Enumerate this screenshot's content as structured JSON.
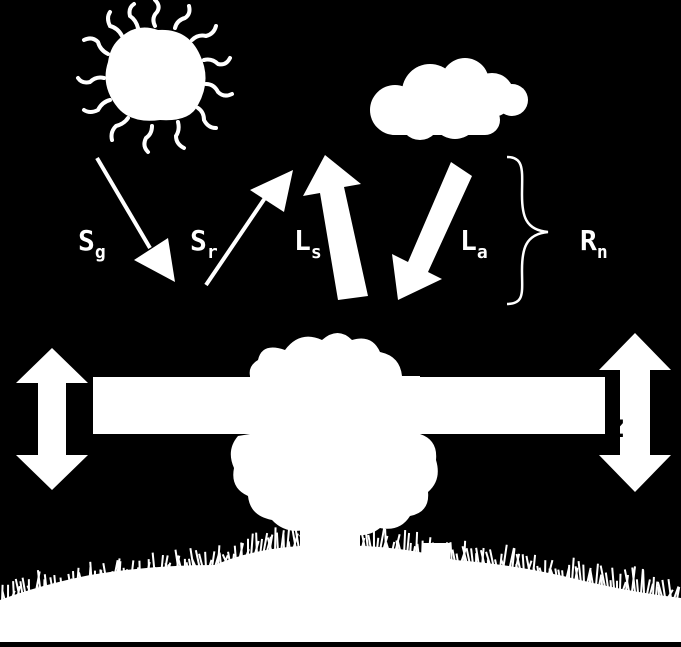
{
  "labels": {
    "sg": {
      "main": "S",
      "sub": "g"
    },
    "sr": {
      "main": "S",
      "sub": "r"
    },
    "ls": {
      "main": "L",
      "sub": "s"
    },
    "la": {
      "main": "L",
      "sub": "a"
    },
    "rn": {
      "main": "R",
      "sub": "n"
    },
    "z": "z"
  },
  "colors": {
    "background": "#000000",
    "foreground": "#ffffff"
  },
  "icons": [
    "sun-icon",
    "cloud-icon",
    "tree-icon",
    "ground-icon",
    "grass-icon",
    "instrument-icon"
  ]
}
